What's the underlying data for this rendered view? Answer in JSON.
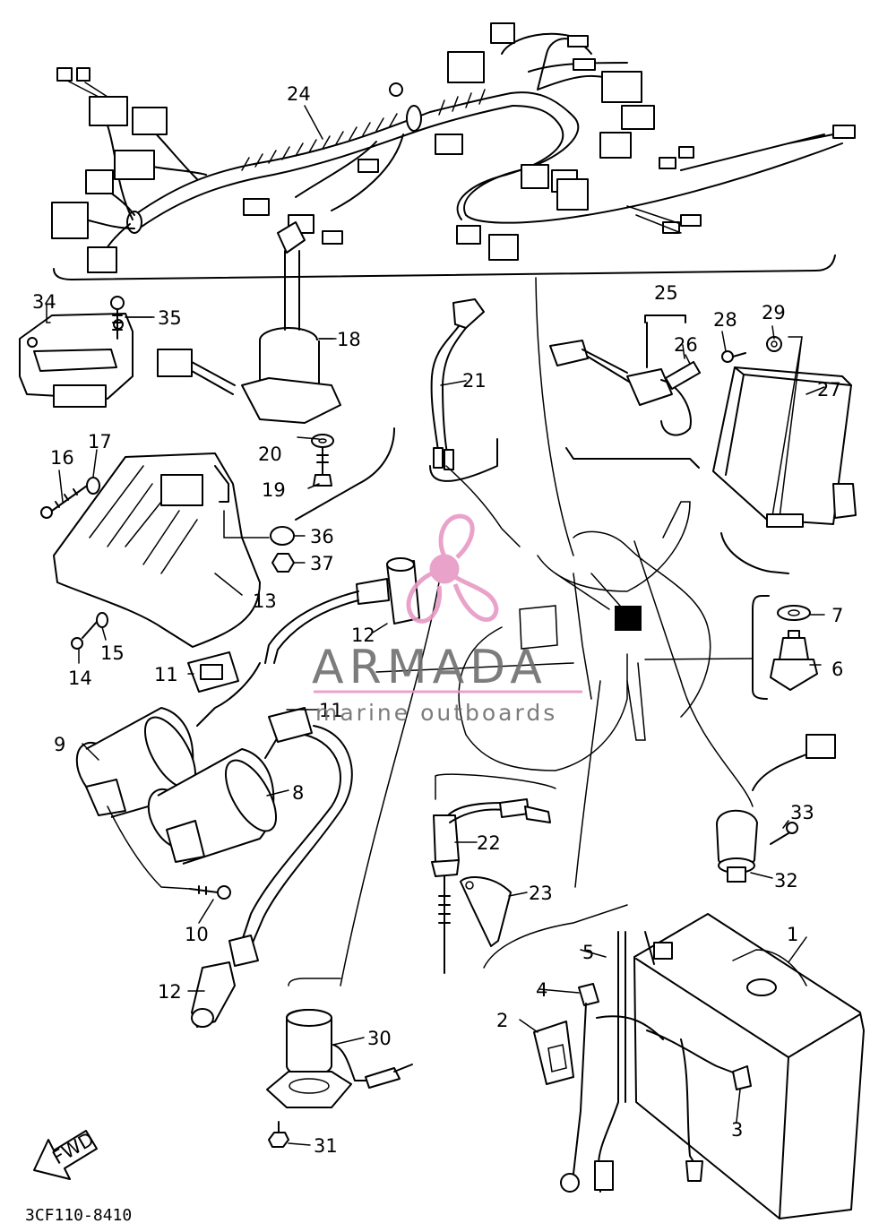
{
  "diagram": {
    "drawing_code": "3CF110-8410",
    "fwd_label": "FWD",
    "callouts": [
      "1",
      "2",
      "3",
      "4",
      "5",
      "6",
      "7",
      "8",
      "9",
      "10",
      "11",
      "12",
      "13",
      "14",
      "15",
      "16",
      "17",
      "18",
      "19",
      "20",
      "21",
      "22",
      "23",
      "24",
      "25",
      "26",
      "27",
      "28",
      "29",
      "30",
      "31",
      "32",
      "33",
      "34",
      "35",
      "36",
      "37"
    ],
    "callout_11_b": "11",
    "callout_12_b": "12"
  },
  "watermark": {
    "brand": "ARMADA",
    "tagline": "marine outboards",
    "colors": {
      "brand_text": "#6e6e6e",
      "logo": "#e79ac6"
    }
  }
}
